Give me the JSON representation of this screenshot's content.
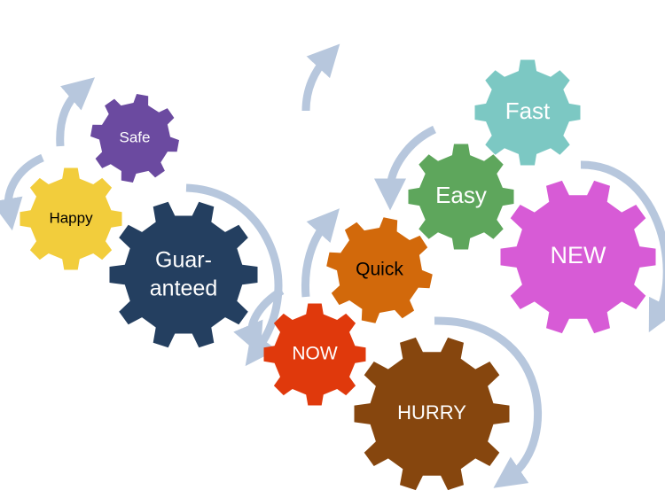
{
  "arrow_color": "#b7c7dd",
  "gears": [
    {
      "id": "safe",
      "label": "Safe",
      "color": "#6b4aa0",
      "text_color": "#ffffff"
    },
    {
      "id": "happy",
      "label": "Happy",
      "color": "#f2cd3c",
      "text_color": "#000000"
    },
    {
      "id": "guaranteed",
      "label_line1": "Guar-",
      "label_line2": "anteed",
      "color": "#243f60",
      "text_color": "#ffffff"
    },
    {
      "id": "now",
      "label": "NOW",
      "color": "#e0390c",
      "text_color": "#ffffff"
    },
    {
      "id": "quick",
      "label": "Quick",
      "color": "#d2690b",
      "text_color": "#000000"
    },
    {
      "id": "easy",
      "label": "Easy",
      "color": "#5ea65c",
      "text_color": "#ffffff"
    },
    {
      "id": "fast",
      "label": "Fast",
      "color": "#7cc8c3",
      "text_color": "#ffffff"
    },
    {
      "id": "new",
      "label": "NEW",
      "color": "#d75bd6",
      "text_color": "#ffffff"
    },
    {
      "id": "hurry",
      "label": "HURRY",
      "color": "#86460e",
      "text_color": "#ffffff"
    }
  ]
}
